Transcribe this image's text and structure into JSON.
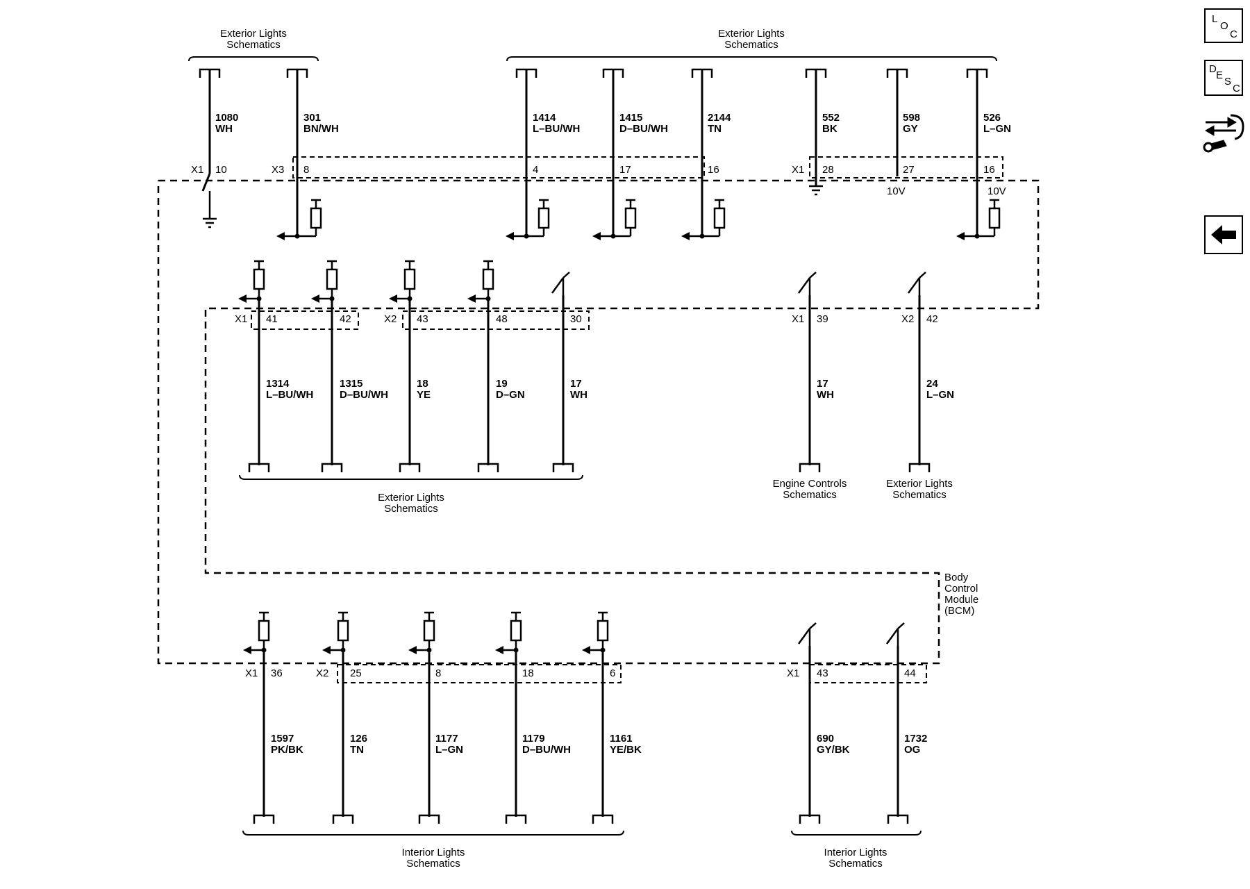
{
  "module": {
    "name_lines": [
      "Body",
      "Control",
      "Module",
      "(BCM)"
    ]
  },
  "destinations": {
    "ext_top_left": [
      "Exterior Lights",
      "Schematics"
    ],
    "ext_top_right": [
      "Exterior Lights",
      "Schematics"
    ],
    "ext_mid": [
      "Exterior Lights",
      "Schematics"
    ],
    "engine": [
      "Engine Controls",
      "Schematics"
    ],
    "ext_right": [
      "Exterior Lights",
      "Schematics"
    ],
    "int_left": [
      "Interior Lights",
      "Schematics"
    ],
    "int_right": [
      "Interior Lights",
      "Schematics"
    ]
  },
  "connectors": {
    "top_x1a": "X1",
    "top_x3": "X3",
    "top_x1b": "X1",
    "mid_x1": "X1",
    "mid_x2": "X2",
    "mid_x1b": "X1",
    "mid_x2b": "X2",
    "bot_x1": "X1",
    "bot_x2": "X2",
    "bot_x1b": "X1"
  },
  "circuits_top": [
    {
      "pin": "10",
      "circuit": "1080",
      "color": "WH"
    },
    {
      "pin": "8",
      "circuit": "301",
      "color": "BN/WH"
    },
    {
      "pin": "4",
      "circuit": "1414",
      "color": "L–BU/WH"
    },
    {
      "pin": "17",
      "circuit": "1415",
      "color": "D–BU/WH"
    },
    {
      "pin": "16",
      "circuit": "2144",
      "color": "TN"
    },
    {
      "pin": "28",
      "circuit": "552",
      "color": "BK"
    },
    {
      "pin": "27",
      "circuit": "598",
      "color": "GY",
      "voltage": "10V"
    },
    {
      "pin": "16",
      "circuit": "526",
      "color": "L–GN",
      "voltage": "10V"
    }
  ],
  "circuits_mid": [
    {
      "pin": "41",
      "circuit": "1314",
      "color": "L–BU/WH"
    },
    {
      "pin": "42",
      "circuit": "1315",
      "color": "D–BU/WH"
    },
    {
      "pin": "43",
      "circuit": "18",
      "color": "YE"
    },
    {
      "pin": "48",
      "circuit": "19",
      "color": "D–GN"
    },
    {
      "pin": "30",
      "circuit": "17",
      "color": "WH"
    },
    {
      "pin": "39",
      "circuit": "17",
      "color": "WH"
    },
    {
      "pin": "42",
      "circuit": "24",
      "color": "L–GN"
    }
  ],
  "circuits_bot": [
    {
      "pin": "36",
      "circuit": "1597",
      "color": "PK/BK"
    },
    {
      "pin": "25",
      "circuit": "126",
      "color": "TN"
    },
    {
      "pin": "8",
      "circuit": "1177",
      "color": "L–GN"
    },
    {
      "pin": "18",
      "circuit": "1179",
      "color": "D–BU/WH"
    },
    {
      "pin": "6",
      "circuit": "1161",
      "color": "YE/BK"
    },
    {
      "pin": "43",
      "circuit": "690",
      "color": "GY/BK"
    },
    {
      "pin": "44",
      "circuit": "1732",
      "color": "OG"
    }
  ],
  "nav": {
    "loc": [
      "L",
      "O",
      "C"
    ],
    "desc": [
      "D",
      "E",
      "S",
      "C"
    ],
    "repair_icon": "connector-repair-icon",
    "back_icon": "back-arrow-icon"
  }
}
